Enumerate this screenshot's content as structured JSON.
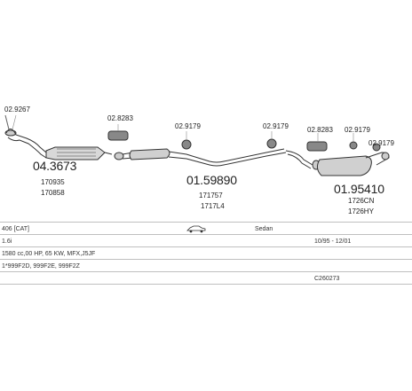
{
  "parts": {
    "p1": {
      "ref": "02.9267"
    },
    "p2": {
      "code": "04.3673",
      "sub1": "170935",
      "sub2": "170858"
    },
    "p3": {
      "ref": "02.8283"
    },
    "p4": {
      "ref": "02.9179"
    },
    "p5": {
      "code": "01.59890",
      "sub1": "171757",
      "sub2": "1717L4"
    },
    "p6": {
      "ref": "02.9179"
    },
    "p7": {
      "ref": "02.8283"
    },
    "p8": {
      "ref": "02.9179"
    },
    "p9": {
      "ref": "02.9179"
    },
    "p10": {
      "code": "01.95410",
      "sub1": "1726CN",
      "sub2": "1726HY"
    }
  },
  "table": {
    "model": "406 [CAT]",
    "body": "Sedan",
    "engine": "1.6i",
    "years": "10/95 - 12/01",
    "spec": "1580 cc,00 HP, 65 KW, MFX,J5JF",
    "engine_codes": "1*999F2D, 999F2E, 999F2Z",
    "ref": "C260273"
  }
}
